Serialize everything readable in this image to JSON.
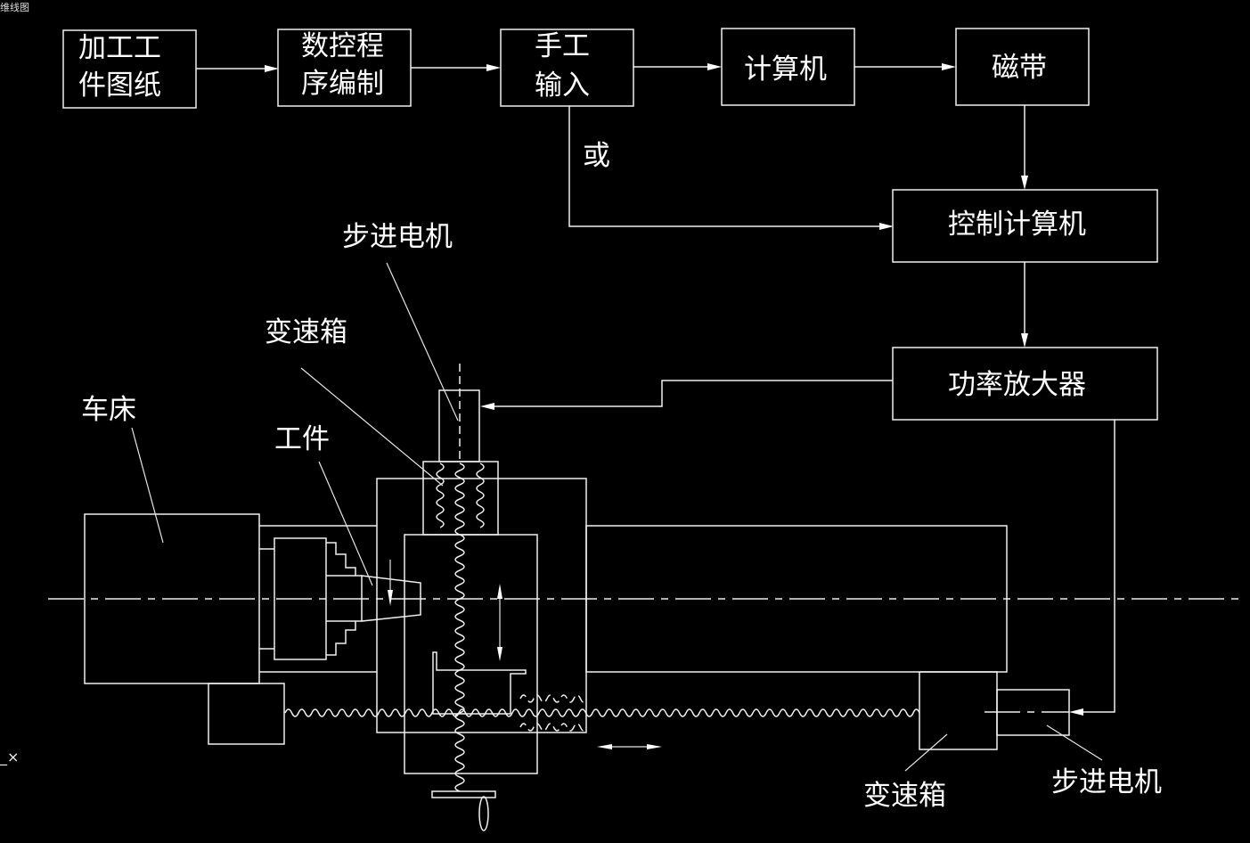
{
  "viewport_tab": "维线图",
  "ucs_marker": "_×",
  "flow": {
    "box1": [
      "加工工",
      "件图纸"
    ],
    "box2": [
      "数控程",
      "序编制"
    ],
    "box3": [
      "手工",
      "输入"
    ],
    "box4": "计算机",
    "box5": "磁带",
    "or_label": "或",
    "control_computer": "控制计算机",
    "power_amplifier": "功率放大器"
  },
  "machine": {
    "stepper_motor_top": "步进电机",
    "gearbox_top": "变速箱",
    "lathe": "车床",
    "workpiece": "工件",
    "gearbox_bottom": "变速箱",
    "stepper_motor_bottom": "步进电机"
  }
}
